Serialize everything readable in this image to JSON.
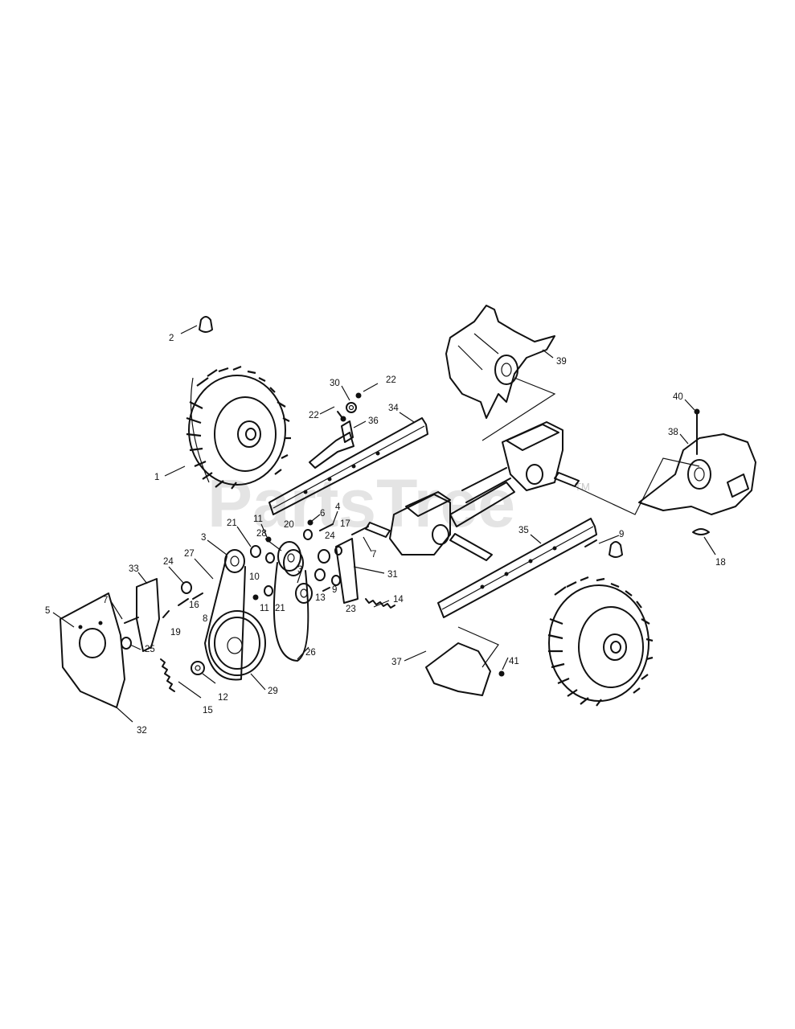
{
  "watermark": {
    "text": "PartsTree",
    "trademark": "TM"
  },
  "callouts": [
    {
      "id": "c1",
      "label": "1"
    },
    {
      "id": "c2",
      "label": "2"
    },
    {
      "id": "c3a",
      "label": "3"
    },
    {
      "id": "c3b",
      "label": "3"
    },
    {
      "id": "c4",
      "label": "4"
    },
    {
      "id": "c5",
      "label": "5"
    },
    {
      "id": "c6",
      "label": "6"
    },
    {
      "id": "c7a",
      "label": "7"
    },
    {
      "id": "c7b",
      "label": "7"
    },
    {
      "id": "c8",
      "label": "8"
    },
    {
      "id": "c9a",
      "label": "9"
    },
    {
      "id": "c9b",
      "label": "9"
    },
    {
      "id": "c10",
      "label": "10"
    },
    {
      "id": "c11a",
      "label": "11"
    },
    {
      "id": "c11b",
      "label": "11"
    },
    {
      "id": "c12",
      "label": "12"
    },
    {
      "id": "c13",
      "label": "13"
    },
    {
      "id": "c14",
      "label": "14"
    },
    {
      "id": "c15",
      "label": "15"
    },
    {
      "id": "c16",
      "label": "16"
    },
    {
      "id": "c17",
      "label": "17"
    },
    {
      "id": "c18",
      "label": "18"
    },
    {
      "id": "c19",
      "label": "19"
    },
    {
      "id": "c20",
      "label": "20"
    },
    {
      "id": "c21a",
      "label": "21"
    },
    {
      "id": "c21b",
      "label": "21"
    },
    {
      "id": "c22a",
      "label": "22"
    },
    {
      "id": "c22b",
      "label": "22"
    },
    {
      "id": "c23",
      "label": "23"
    },
    {
      "id": "c24a",
      "label": "24"
    },
    {
      "id": "c24b",
      "label": "24"
    },
    {
      "id": "c25",
      "label": "25"
    },
    {
      "id": "c26",
      "label": "26"
    },
    {
      "id": "c27",
      "label": "27"
    },
    {
      "id": "c28",
      "label": "28"
    },
    {
      "id": "c29",
      "label": "29"
    },
    {
      "id": "c30",
      "label": "30"
    },
    {
      "id": "c31",
      "label": "31"
    },
    {
      "id": "c32",
      "label": "32"
    },
    {
      "id": "c33",
      "label": "33"
    },
    {
      "id": "c34",
      "label": "34"
    },
    {
      "id": "c35",
      "label": "35"
    },
    {
      "id": "c36",
      "label": "36"
    },
    {
      "id": "c37",
      "label": "37"
    },
    {
      "id": "c38",
      "label": "38"
    },
    {
      "id": "c39",
      "label": "39"
    },
    {
      "id": "c40",
      "label": "40"
    },
    {
      "id": "c41",
      "label": "41"
    }
  ]
}
